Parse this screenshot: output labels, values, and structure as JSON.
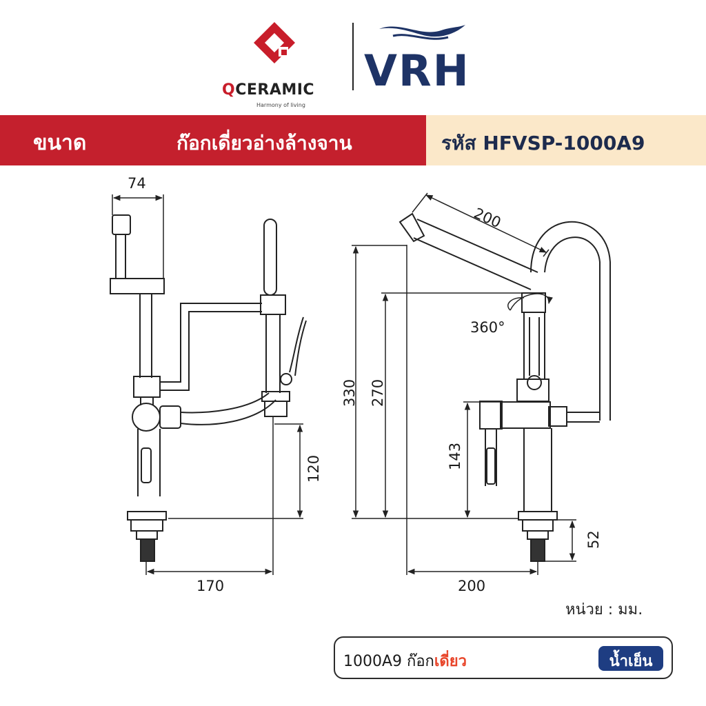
{
  "brand": {
    "qceramic_name_q": "Q",
    "qceramic_name_rest": "CERAMIC",
    "qceramic_tagline": "Harmony of living",
    "vrh_name": "VRH",
    "qceramic_color": "#c81d2a",
    "vrh_color": "#1e3366"
  },
  "banner": {
    "size_label": "ขนาด",
    "product_name": "ก๊อกเดี่ยวอ่างล้างจาน",
    "code_label": "รหัส HFVSP-1000A9",
    "red_color": "#c4202d",
    "cream_color": "#fbe8c9"
  },
  "dimensions": {
    "top_width": "74",
    "spout_length": "200",
    "rotation": "360°",
    "total_height": "330",
    "spout_height": "270",
    "handle_height": "143",
    "side_height": "120",
    "shank_length": "52",
    "side_reach": "170",
    "front_reach": "200"
  },
  "unit_label": "หน่วย : มม.",
  "footer": {
    "model": "1000A9 ก๊อก",
    "model_accent": "เดี่ยว",
    "badge": "น้ำเย็น",
    "accent_color": "#e8452a",
    "badge_color": "#1e3d82"
  }
}
